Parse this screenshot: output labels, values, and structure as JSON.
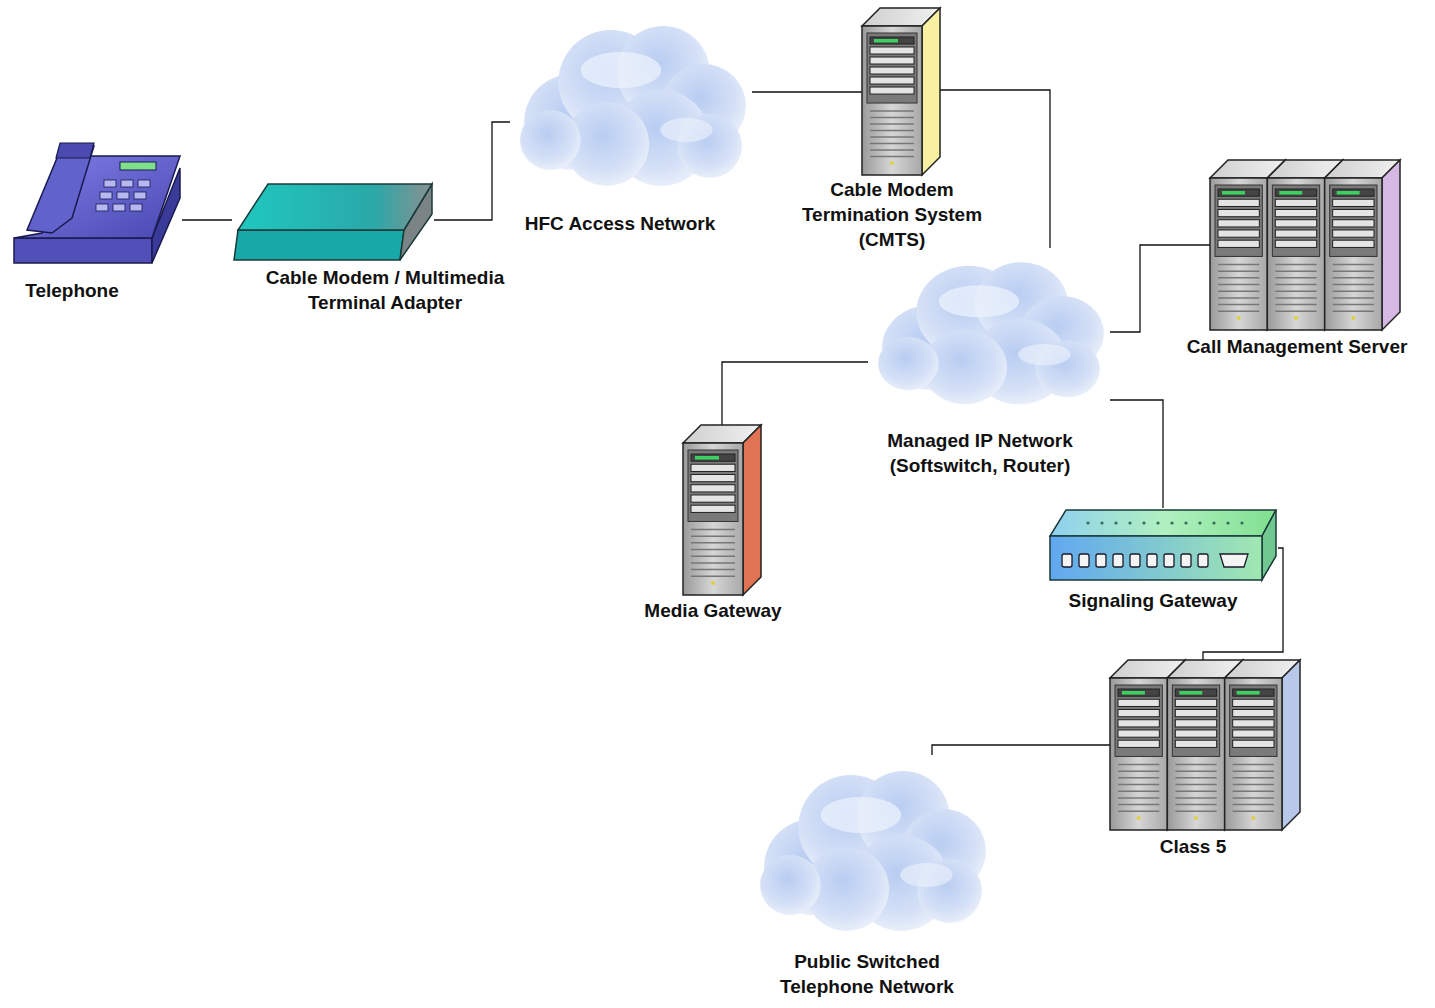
{
  "diagram": {
    "nodes": [
      {
        "text": [
          "Telephone"
        ]
      },
      {
        "text": [
          "Cable Modem / Multimedia Terminal Adapter"
        ]
      },
      {
        "text": [
          "HFC Access Network"
        ]
      },
      {
        "text": [
          "Cable Modem Termination System (CMTS)"
        ]
      },
      {
        "text": [
          "Managed IP Network (Softswitch, Router)"
        ]
      },
      {
        "text": [
          "Call Management Server"
        ]
      },
      {
        "text": [
          "Media Gateway"
        ]
      },
      {
        "text": [
          "Signaling Gateway"
        ]
      },
      {
        "text": [
          "Class 5"
        ]
      },
      {
        "text": [
          "Public Switched Telephone Network"
        ]
      }
    ],
    "edges": [
      {
        "from": 0,
        "to": 1,
        "arrow": "none"
      },
      {
        "from": 1,
        "to": 2,
        "arrow": "none"
      },
      {
        "from": 2,
        "to": 3,
        "arrow": "none"
      },
      {
        "from": 3,
        "to": 4,
        "arrow": "none"
      },
      {
        "from": 4,
        "to": 5,
        "arrow": "none"
      },
      {
        "from": 4,
        "to": 6,
        "arrow": "none"
      },
      {
        "from": 4,
        "to": 7,
        "arrow": "none"
      },
      {
        "from": 7,
        "to": 8,
        "arrow": "none"
      },
      {
        "from": 8,
        "to": 9,
        "arrow": "none"
      }
    ]
  }
}
